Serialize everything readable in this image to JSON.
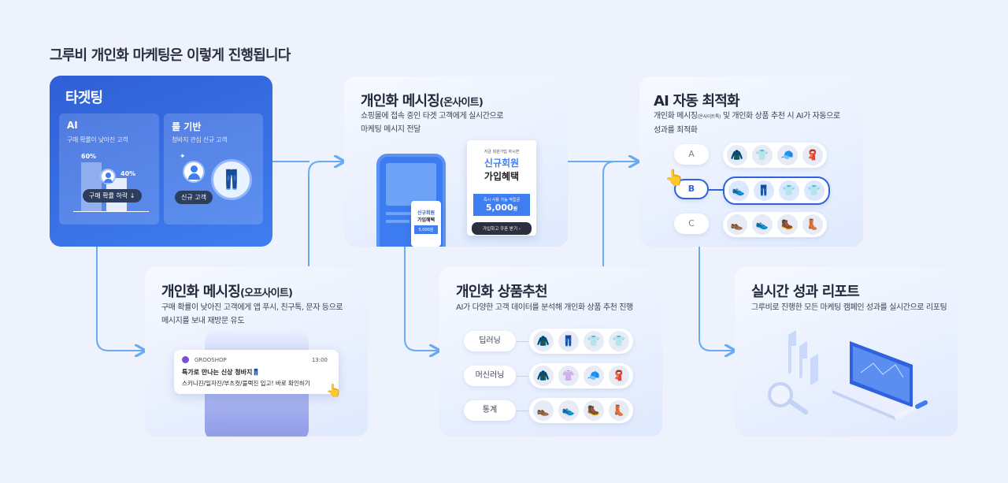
{
  "page_title": "그루비 개인화 마케팅은 이렇게 진행됩니다",
  "colors": {
    "accent": "#2f62dc",
    "card_bg": "#e3ecfd",
    "arrow": "#6aaaf0",
    "dark_pill": "#2d3d5e"
  },
  "targeting": {
    "title": "타겟팅",
    "ai": {
      "title": "AI",
      "desc": "구매 확률이 낮아진 고객",
      "bar_high": "60%",
      "bar_low": "40%",
      "badge": "구매 확률 하락 ↓"
    },
    "rule": {
      "title": "룰 기반",
      "desc": "청바지 관심 신규 고객",
      "badge": "신규 고객"
    }
  },
  "onsite": {
    "title": "개인화 메시징",
    "title_suffix": "(온사이트)",
    "desc_1": "쇼핑몰에 접속 중인 타겟 고객에게 실시간으로",
    "desc_2": "마케팅 메시지 전달",
    "coupon": {
      "top": "지금 회원가입 하시면",
      "headline_1": "신규회원",
      "headline_2": "가입혜택",
      "small": "즉시 사용 가능 적립금",
      "amount": "5,000",
      "unit": "원",
      "cta": "가입하고 쿠폰 받기"
    },
    "mini_coupon": {
      "line_1": "신규회원",
      "line_2": "가입혜택",
      "amount": "5,000원"
    }
  },
  "ai_optimize": {
    "title": "AI 자동 최적화",
    "desc_1a": "개인화 메시징",
    "desc_1b": "(온사이트톡)",
    "desc_1c": " 및 개인화 상품 추천 시 AI가 자동으로",
    "desc_2": "성과를 최적화",
    "rows": [
      {
        "label": "A",
        "icons": [
          "🧥",
          "👕",
          "🧢",
          "🧣"
        ]
      },
      {
        "label": "B",
        "icons": [
          "👟",
          "👖",
          "👕",
          "👕"
        ]
      },
      {
        "label": "C",
        "icons": [
          "👞",
          "👟",
          "🥾",
          "👢"
        ]
      }
    ]
  },
  "offsite": {
    "title": "개인화 메시징",
    "title_suffix": "(오프사이트)",
    "desc_1": "구매 확률이 낮아진 고객에게 앱 푸시, 친구톡, 문자 등으로",
    "desc_2": "메시지를 보내 재방문 유도",
    "notification": {
      "app": "GROOSHOP",
      "time": "13:00",
      "title": "특가로 만나는 신상 청바지👖",
      "body": "스키니진/일자진/부츠컷/블랙진 입고! 바로 확인하기"
    }
  },
  "recommend": {
    "title": "개인화 상품추천",
    "desc": "AI가 다양한 고객 데이터를 분석해 개인화 상품 추천 진행",
    "rows": [
      {
        "label": "딥러닝",
        "icons": [
          "🧥",
          "👖",
          "👕",
          "👕"
        ]
      },
      {
        "label": "머신러닝",
        "icons": [
          "🧥",
          "👚",
          "🧢",
          "🧣"
        ]
      },
      {
        "label": "통계",
        "icons": [
          "👞",
          "👟",
          "🥾",
          "👢"
        ]
      }
    ]
  },
  "report": {
    "title": "실시간 성과 리포트",
    "desc": "그루비로 진행한 모든 마케팅 캠페인 성과를 실시간으로 리포팅"
  }
}
